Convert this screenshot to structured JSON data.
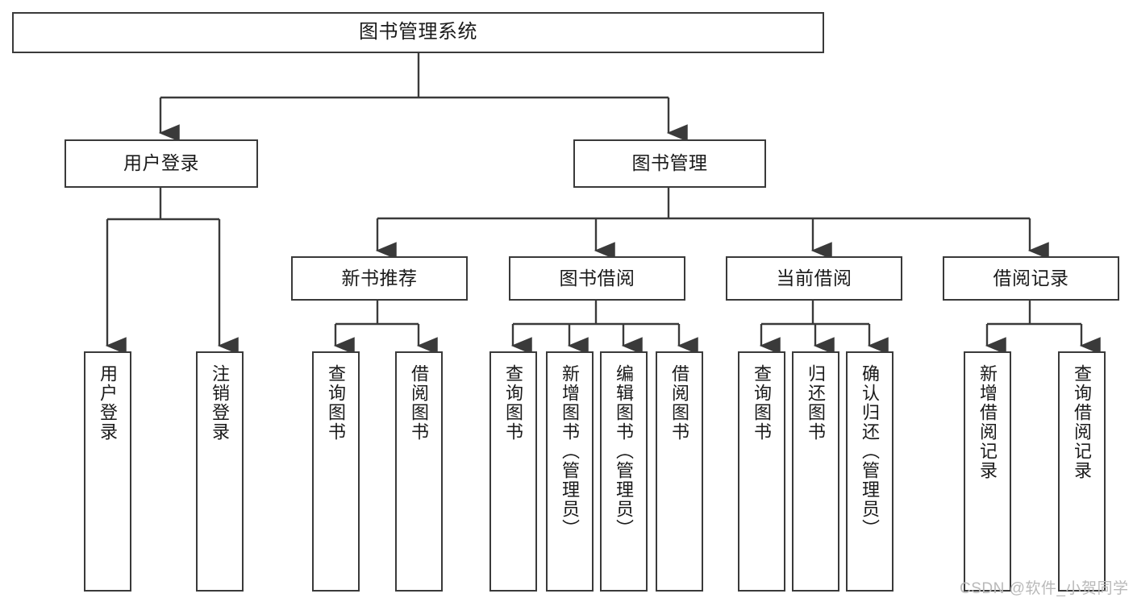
{
  "diagram": {
    "type": "hierarchy-tree",
    "title": "图书管理系统",
    "watermark": "CSDN @软件_小贺同学",
    "colors": {
      "background": "#ffffff",
      "stroke": "#3a3a3a",
      "text": "#1a1a1a",
      "watermark": "#b9b9b9"
    },
    "levels": {
      "level1": [
        {
          "id": "root",
          "label": "图书管理系统"
        }
      ],
      "level2": [
        {
          "id": "user-login",
          "label": "用户登录"
        },
        {
          "id": "book-manage",
          "label": "图书管理"
        }
      ],
      "level3": [
        {
          "id": "new-book-rec",
          "label": "新书推荐"
        },
        {
          "id": "book-borrow",
          "label": "图书借阅"
        },
        {
          "id": "current-borrow",
          "label": "当前借阅"
        },
        {
          "id": "borrow-record",
          "label": "借阅记录"
        }
      ],
      "level4": [
        {
          "id": "leaf-user-login",
          "label": "用户登录",
          "parent": "user-login"
        },
        {
          "id": "leaf-logout-login",
          "label": "注销登录",
          "parent": "user-login"
        },
        {
          "id": "leaf-query-book-1",
          "label": "查询图书",
          "parent": "new-book-rec"
        },
        {
          "id": "leaf-borrow-book-1",
          "label": "借阅图书",
          "parent": "new-book-rec"
        },
        {
          "id": "leaf-query-book-2",
          "label": "查询图书",
          "parent": "book-borrow"
        },
        {
          "id": "leaf-add-book",
          "label": "新增图书（管理员）",
          "parent": "book-borrow"
        },
        {
          "id": "leaf-edit-book",
          "label": "编辑图书（管理员）",
          "parent": "book-borrow"
        },
        {
          "id": "leaf-borrow-book-2",
          "label": "借阅图书",
          "parent": "book-borrow"
        },
        {
          "id": "leaf-query-book-3",
          "label": "查询图书",
          "parent": "current-borrow"
        },
        {
          "id": "leaf-return-book",
          "label": "归还图书",
          "parent": "current-borrow"
        },
        {
          "id": "leaf-confirm-return",
          "label": "确认归还（管理员）",
          "parent": "current-borrow"
        },
        {
          "id": "leaf-add-record",
          "label": "新增借阅记录",
          "parent": "borrow-record"
        },
        {
          "id": "leaf-query-record",
          "label": "查询借阅记录",
          "parent": "borrow-record"
        }
      ]
    }
  }
}
